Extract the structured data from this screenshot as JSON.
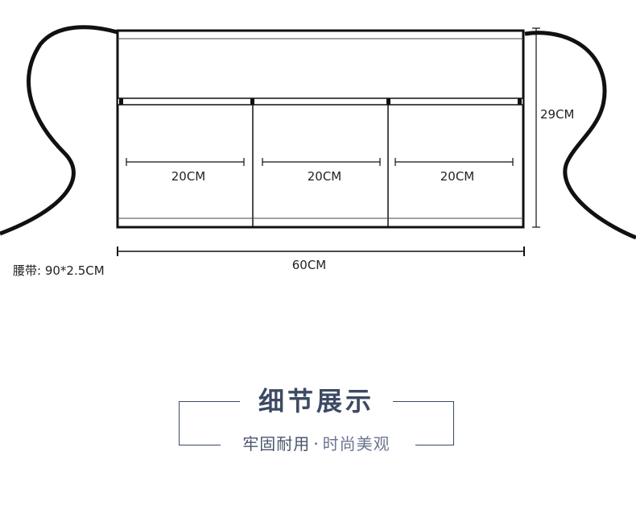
{
  "diagram": {
    "pocket_widths": [
      "20CM",
      "20CM",
      "20CM"
    ],
    "total_width": "60CM",
    "height": "29CM",
    "waistband": "腰带: 90*2.5CM"
  },
  "section": {
    "title": "细节展示",
    "subtitle_left": "牢固耐用",
    "separator": "·",
    "subtitle_right": "时尚美观"
  },
  "colors": {
    "outline": "#111111",
    "accent": "#3d4a63"
  }
}
